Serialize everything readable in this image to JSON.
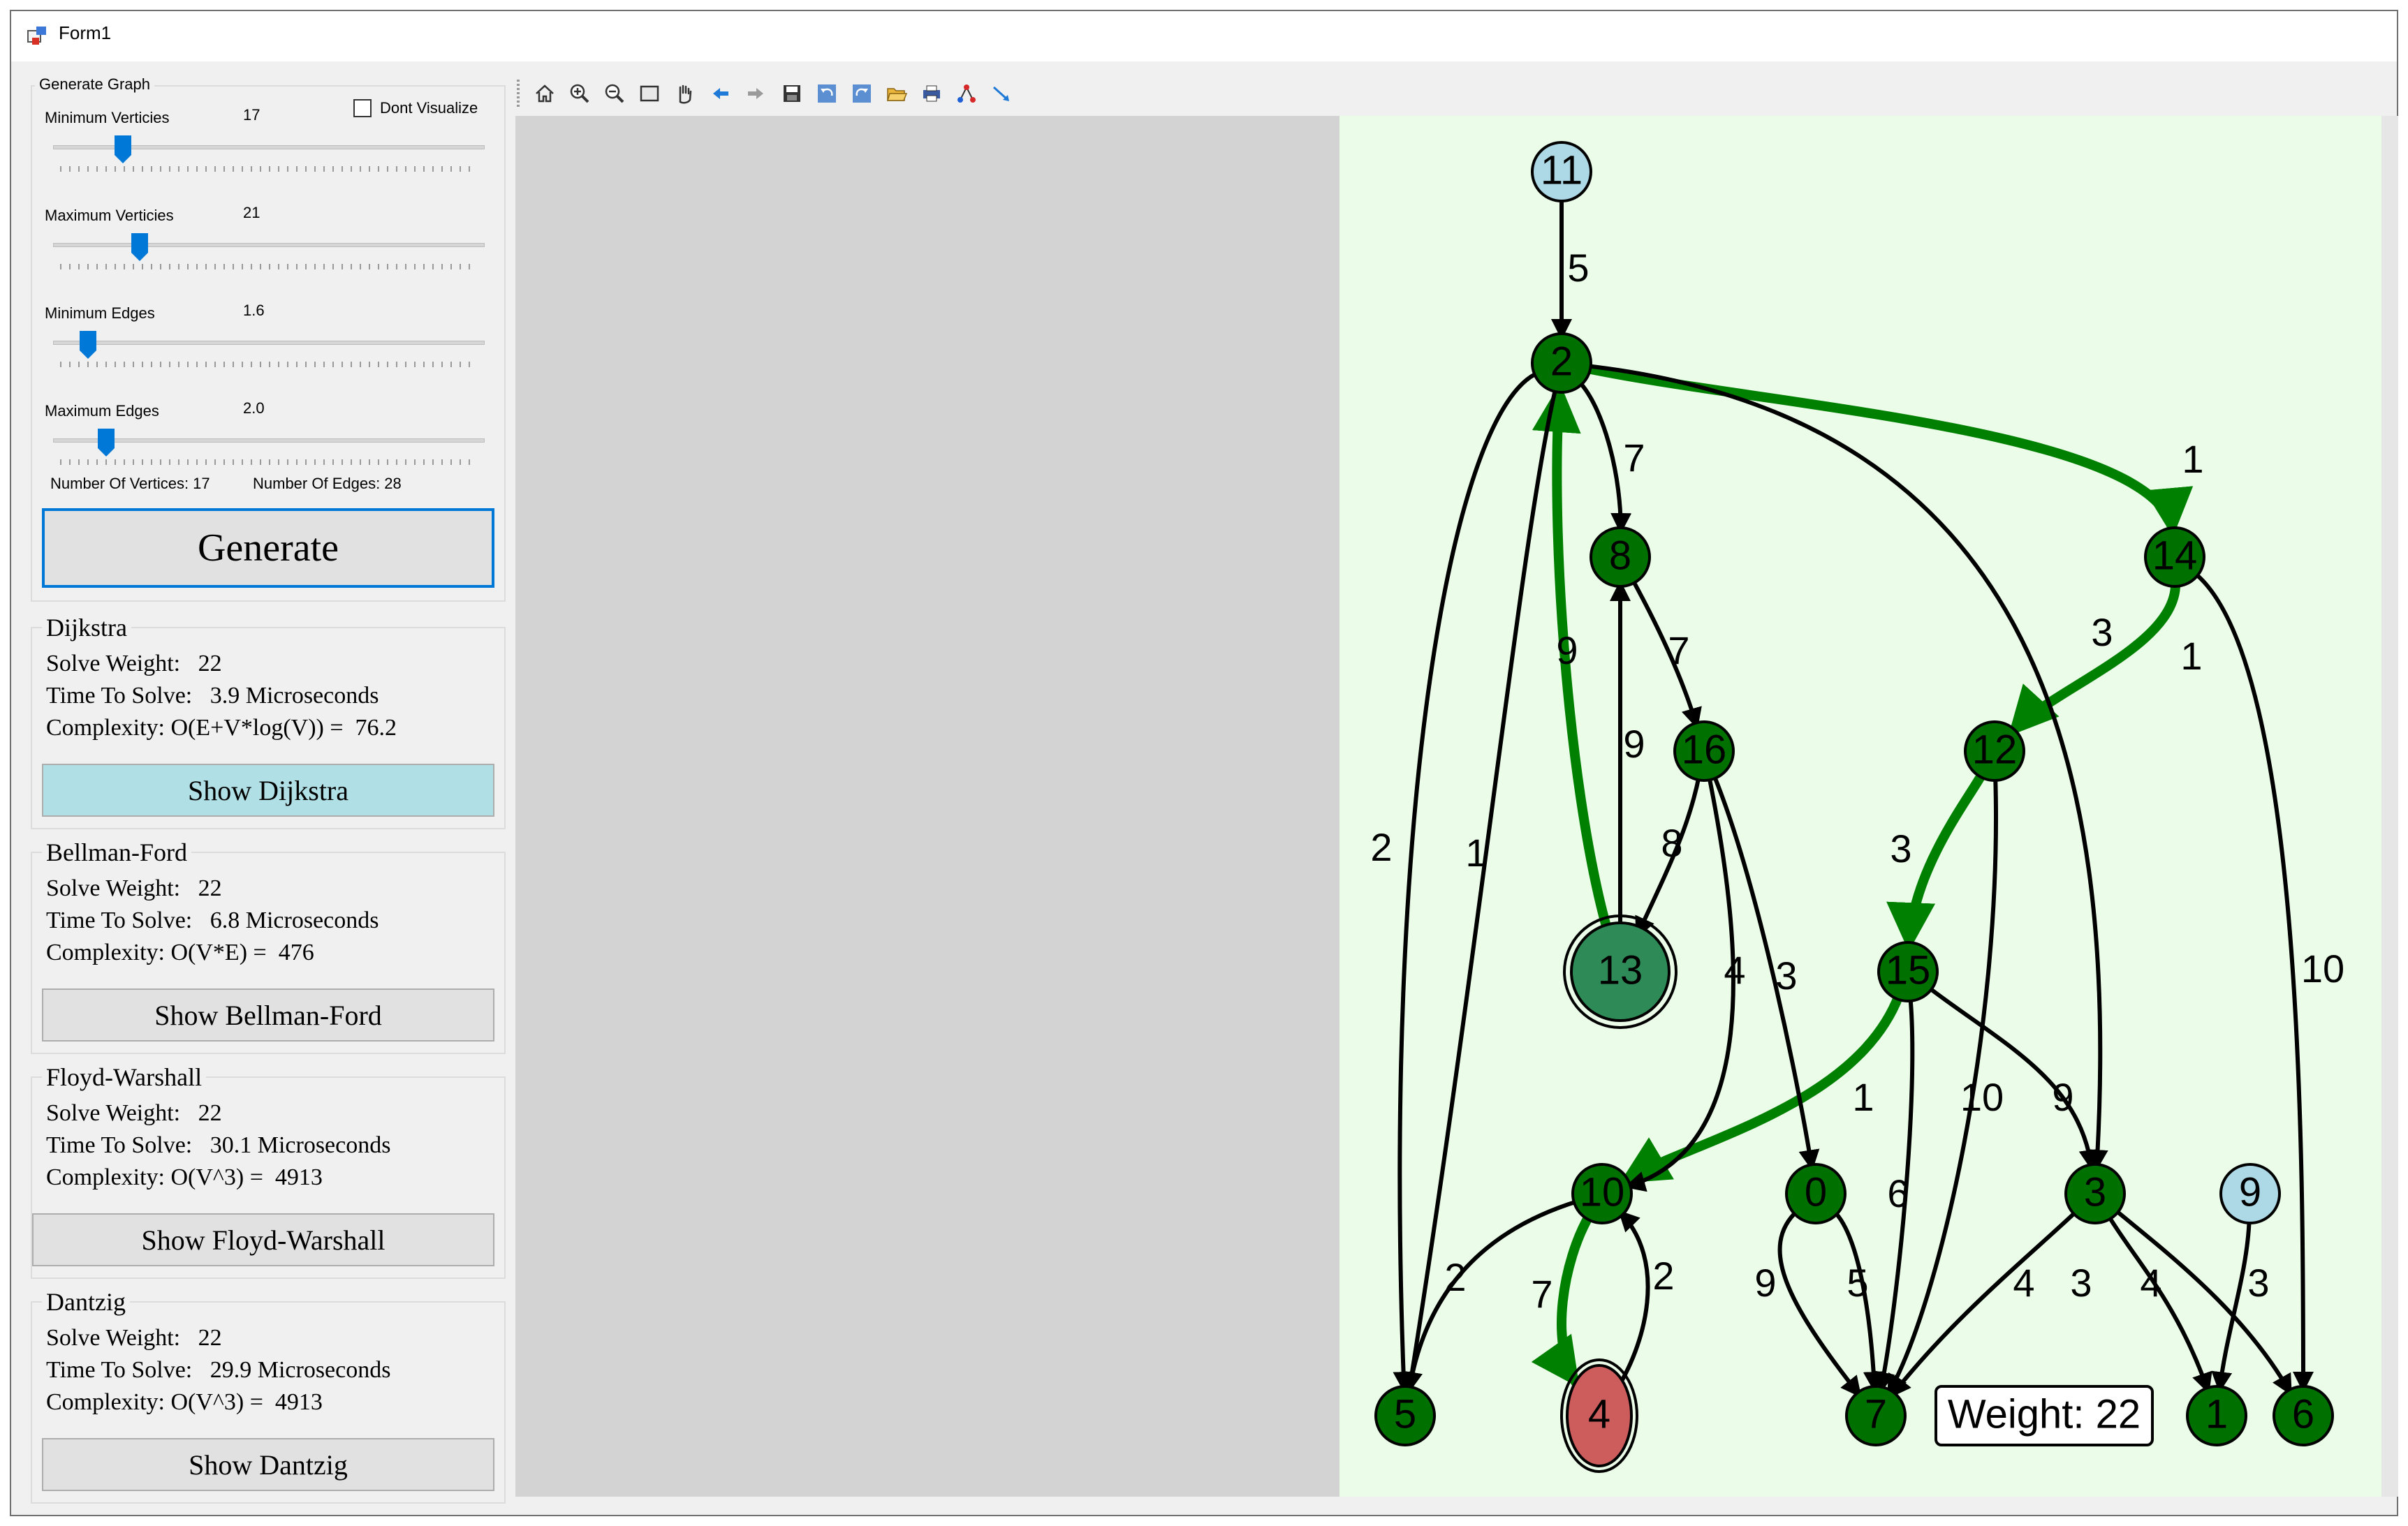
{
  "window": {
    "title": "Form1"
  },
  "generate": {
    "group_title": "Generate Graph",
    "dont_visualize_label": "Dont Visualize",
    "min_vertices": {
      "label": "Minimum Verticies",
      "value": "17",
      "level": 0.17
    },
    "max_vertices": {
      "label": "Maximum Verticies",
      "value": "21",
      "level": 0.21
    },
    "min_edges": {
      "label": "Minimum Edges",
      "value": "1.6",
      "level": 0.09
    },
    "max_edges": {
      "label": "Maximum Edges",
      "value": "2.0",
      "level": 0.13
    },
    "num_vertices": "Number Of Vertices: 17",
    "num_edges": "Number Of Edges: 28",
    "button": "Generate"
  },
  "algorithms": [
    {
      "name": "Dijkstra",
      "weight": "Solve Weight:   22",
      "time": "Time To Solve:   3.9 Microseconds",
      "complexity": "Complexity: O(E+V*log(V)) =  76.2",
      "button": "Show Dijkstra"
    },
    {
      "name": "Bellman-Ford",
      "weight": "Solve Weight:   22",
      "time": "Time To Solve:   6.8 Microseconds",
      "complexity": "Complexity: O(V*E) =  476",
      "button": "Show Bellman-Ford"
    },
    {
      "name": "Floyd-Warshall",
      "weight": "Solve Weight:   22",
      "time": "Time To Solve:   30.1 Microseconds",
      "complexity": "Complexity: O(V^3) =  4913",
      "button": "Show Floyd-Warshall"
    },
    {
      "name": "Dantzig",
      "weight": "Solve Weight:   22",
      "time": "Time To Solve:   29.9 Microseconds",
      "complexity": "Complexity: O(V^3) =  4913",
      "button": "Show Dantzig"
    }
  ],
  "toolbar": [
    "home-icon",
    "zoom-in-icon",
    "zoom-out-icon",
    "zoom-box-icon",
    "pan-hand-icon",
    "back-arrow-icon",
    "forward-arrow-icon",
    "save-icon",
    "undo-icon",
    "redo-icon",
    "open-folder-icon",
    "print-icon",
    "layout-icon",
    "edge-route-icon"
  ],
  "graph": {
    "colors": {
      "node": "#007000",
      "path": "#008000",
      "source": "#2e8b57",
      "target": "#cd5c5c",
      "unreached": "#add8e6",
      "bg": "#ebfde9"
    },
    "nodes": [
      {
        "id": "11",
        "state": "unreached"
      },
      {
        "id": "2",
        "state": "normal"
      },
      {
        "id": "8",
        "state": "normal"
      },
      {
        "id": "14",
        "state": "normal"
      },
      {
        "id": "16",
        "state": "normal"
      },
      {
        "id": "12",
        "state": "normal"
      },
      {
        "id": "13",
        "state": "source"
      },
      {
        "id": "15",
        "state": "normal"
      },
      {
        "id": "10",
        "state": "normal"
      },
      {
        "id": "0",
        "state": "normal"
      },
      {
        "id": "3",
        "state": "normal"
      },
      {
        "id": "9",
        "state": "unreached"
      },
      {
        "id": "5",
        "state": "normal"
      },
      {
        "id": "4",
        "state": "target"
      },
      {
        "id": "7",
        "state": "normal"
      },
      {
        "id": "1",
        "state": "normal"
      },
      {
        "id": "6",
        "state": "normal"
      }
    ],
    "edges": [
      {
        "from": "11",
        "to": "2",
        "w": "5",
        "path": false
      },
      {
        "from": "13",
        "to": "2",
        "w": "9",
        "path": true
      },
      {
        "from": "2",
        "to": "14",
        "w": "1",
        "path": true
      },
      {
        "from": "14",
        "to": "12",
        "w": "1",
        "path": true
      },
      {
        "from": "12",
        "to": "15",
        "w": "3",
        "path": true
      },
      {
        "from": "15",
        "to": "10",
        "w": "1",
        "path": true
      },
      {
        "from": "10",
        "to": "4",
        "w": "7",
        "path": true
      },
      {
        "from": "2",
        "to": "8",
        "w": "7",
        "path": false
      },
      {
        "from": "2",
        "to": "5",
        "w": "2",
        "path": false
      },
      {
        "from": "2",
        "to": "5",
        "w": "1",
        "path": false
      },
      {
        "from": "2",
        "to": "3",
        "w": "3",
        "path": false
      },
      {
        "from": "8",
        "to": "16",
        "w": "7",
        "path": false
      },
      {
        "from": "13",
        "to": "8",
        "w": "9",
        "path": false
      },
      {
        "from": "16",
        "to": "13",
        "w": "8",
        "path": false
      },
      {
        "from": "16",
        "to": "10",
        "w": "4",
        "path": false
      },
      {
        "from": "16",
        "to": "0",
        "w": "3",
        "path": false
      },
      {
        "from": "14",
        "to": "6",
        "w": "10",
        "path": false
      },
      {
        "from": "12",
        "to": "7",
        "w": "10",
        "path": false
      },
      {
        "from": "15",
        "to": "7",
        "w": "6",
        "path": false
      },
      {
        "from": "15",
        "to": "3",
        "w": "9",
        "path": false
      },
      {
        "from": "10",
        "to": "5",
        "w": "2",
        "path": false
      },
      {
        "from": "4",
        "to": "10",
        "w": "2",
        "path": false
      },
      {
        "from": "0",
        "to": "7",
        "w": "9",
        "path": false
      },
      {
        "from": "0",
        "to": "7",
        "w": "5",
        "path": false
      },
      {
        "from": "3",
        "to": "7",
        "w": "4",
        "path": false
      },
      {
        "from": "3",
        "to": "1",
        "w": "3",
        "path": false
      },
      {
        "from": "3",
        "to": "6",
        "w": "4",
        "path": false
      },
      {
        "from": "9",
        "to": "1",
        "w": "3",
        "path": false
      }
    ],
    "weight_label": "Weight: 22"
  }
}
